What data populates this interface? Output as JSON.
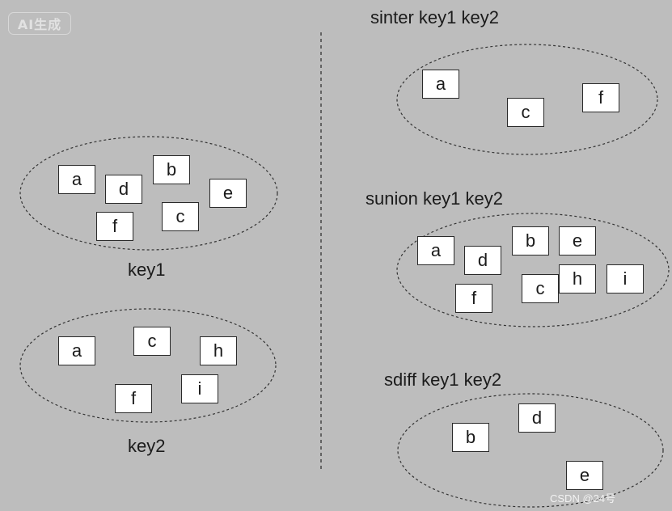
{
  "badge": "AI生成",
  "watermark": "CSDN @24号",
  "left": {
    "key1": {
      "label": "key1",
      "members": [
        "a",
        "d",
        "b",
        "e",
        "f",
        "c"
      ]
    },
    "key2": {
      "label": "key2",
      "members": [
        "a",
        "c",
        "h",
        "i",
        "f"
      ]
    }
  },
  "right": {
    "sinter": {
      "command": "sinter key1 key2",
      "members": [
        "a",
        "c",
        "f"
      ]
    },
    "sunion": {
      "command": "sunion key1 key2",
      "members": [
        "a",
        "d",
        "b",
        "e",
        "c",
        "h",
        "i",
        "f"
      ]
    },
    "sdiff": {
      "command": "sdiff key1 key2",
      "members": [
        "b",
        "d",
        "e"
      ]
    }
  }
}
